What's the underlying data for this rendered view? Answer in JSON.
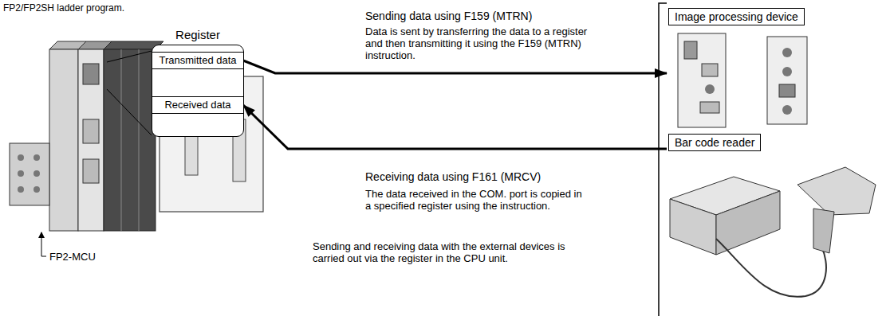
{
  "diagram": {
    "nodes": [
      {
        "text": [
          "Register"
        ]
      },
      {
        "text": [
          "Transmitted data"
        ],
        "in": 0
      },
      {
        "text": [
          "Received data"
        ],
        "in": 0
      },
      {
        "text": [
          "Image processing device"
        ]
      },
      {
        "text": [
          "Bar code reader"
        ]
      }
    ],
    "edges": [
      {
        "from": 1,
        "to": 3,
        "arrow": "to",
        "label": "Sending data using F159 (MTRN)"
      },
      {
        "from": 4,
        "to": 2,
        "arrow": "to",
        "label": "Receiving data using F161 (MRCV)"
      }
    ],
    "labels": [
      "FP2/FP2SH ladder program.",
      "Data is sent by transferring the data to a register and then transmitting it using the F159 (MTRN) instruction.",
      "The data received in the COM. port is copied in a specified register using the instruction.",
      "FP2-MCU",
      "Sending and receiving data with the external devices is carried out via the register in the CPU unit."
    ]
  }
}
